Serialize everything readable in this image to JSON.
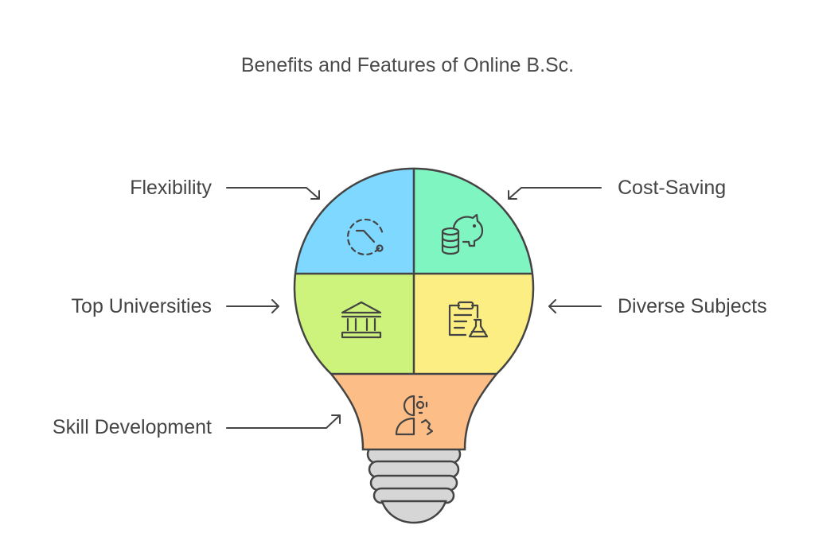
{
  "title": "Benefits and Features of Online B.Sc.",
  "items": [
    {
      "key": "flexibility",
      "label": "Flexibility",
      "icon": "clock-icon",
      "color": "#7fd8ff"
    },
    {
      "key": "cost-saving",
      "label": "Cost-Saving",
      "icon": "piggy-bank-icon",
      "color": "#7ff5c1"
    },
    {
      "key": "top-universities",
      "label": "Top Universities",
      "icon": "university-icon",
      "color": "#cdf37c"
    },
    {
      "key": "diverse-subjects",
      "label": "Diverse Subjects",
      "icon": "clipboard-flask-icon",
      "color": "#fcee82"
    },
    {
      "key": "skill-development",
      "label": "Skill Development",
      "icon": "person-gear-icon",
      "color": "#fdbd86"
    }
  ],
  "colors": {
    "outline": "#444444",
    "base": "#d6d6d6",
    "text": "#444444"
  }
}
